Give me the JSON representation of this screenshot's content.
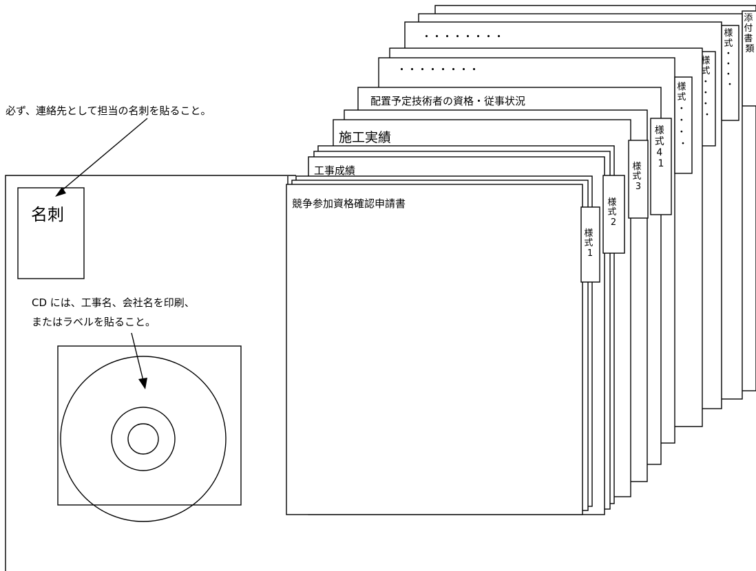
{
  "note_top": "必ず、連絡先として担当の名刺を貼ること。",
  "business_card": "名刺",
  "cd_note_line1": "CD には、工事名、会社名を印刷、",
  "cd_note_line2": "またはラベルを貼ること。",
  "documents": {
    "form1": "競争参加資格確認申請書",
    "form2": "工事成績",
    "form3": "施工実績",
    "form4": "配置予定技術者の資格・従事状況",
    "form5": "・・・・・・・・",
    "form6": "・・・・・・・・"
  },
  "tabs": {
    "tab1": [
      "様",
      "式",
      "1"
    ],
    "tab2": [
      "様",
      "式",
      "2"
    ],
    "tab3": [
      "様",
      "式",
      "3"
    ],
    "tab4": [
      "様",
      "式",
      "4",
      "",
      "1"
    ],
    "tab5": [
      "様",
      "式",
      "・",
      "・",
      "・",
      "・"
    ],
    "tab6": [
      "様",
      "式",
      "・",
      "・",
      "・",
      "・"
    ],
    "tab7": [
      "様",
      "式",
      "・",
      "・",
      "・",
      "・"
    ],
    "tab_attach": [
      "添",
      "付",
      "書",
      "類"
    ]
  }
}
